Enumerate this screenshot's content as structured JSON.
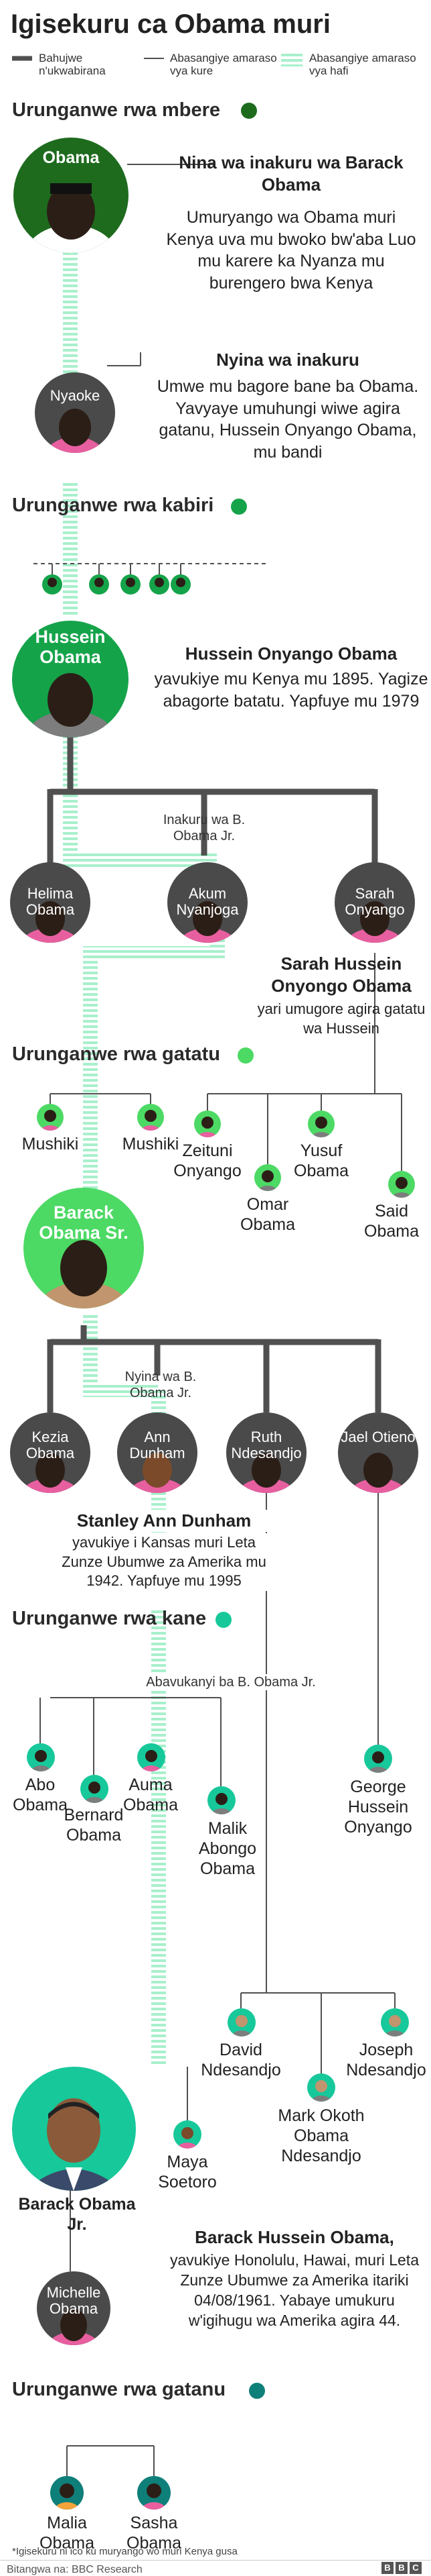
{
  "title": "Igisekuru ca Obama muri",
  "legend": {
    "blood": "Bahujwe n'ukwabirana",
    "shared_long": "Abasangiye amaraso vya kure",
    "shared_short": "Abasangiye amaraso vya hafi"
  },
  "colors": {
    "gen1": "#1e6b1e",
    "gen2": "#15a34a",
    "gen3": "#4cd964",
    "gen4": "#17c89a",
    "gen5": "#0f7f7a",
    "grey_circle": "#4a4a4a",
    "tree_line": "#505050",
    "highlight": "#a8f0cc"
  },
  "generations": [
    "Urunganwe rwa mbere",
    "Urunganwe rwa kabiri",
    "Urunganwe rwa gatatu",
    "Urunganwe rwa kane",
    "Urunganwe rwa gatanu"
  ],
  "gen1": {
    "obama": "Obama",
    "nyaoke": "Nyaoke",
    "grandpa_title": "Nina wa inakuru wa Barack Obama",
    "grandpa_text": "Umuryango wa Obama muri Kenya uva mu bwoko bw'aba Luo mu karere ka Nyanza mu burengero bwa Kenya",
    "grandma_title": "Nyina wa inakuru",
    "grandma_text": "Umwe mu bagore bane ba Obama. Yavyaye umuhungi wiwe agira gatanu, Hussein Onyango Obama, mu bandi"
  },
  "gen2": {
    "hussein": "Hussein Obama",
    "hussein_title": "Hussein Onyango Obama",
    "hussein_text": "yavukiye mu Kenya mu 1895. Yagize abagorte batatu. Yapfuye mu 1979",
    "inakuru_note": "Inakuru wa B. Obama Jr.",
    "wives": [
      "Helima Obama",
      "Akum Nyanjoga",
      "Sarah Onyango"
    ],
    "sarah_title": "Sarah Hussein Onyongo Obama",
    "sarah_text": "yari umugore agira gatatu wa Hussein"
  },
  "gen3": {
    "mushiki1": "Mushiki",
    "mushiki2": "Mushiki",
    "barack_sr": "Barack Obama Sr.",
    "siblings": [
      "Zeituni Onyango",
      "Omar Obama",
      "Yusuf Obama",
      "Said Obama"
    ],
    "nyina_note": "Nyina wa B. Obama Jr.",
    "wives": [
      "Kezia Obama",
      "Ann Dunham",
      "Ruth Ndesandjo",
      "Jael Otieno"
    ],
    "ann_title": "Stanley Ann Dunham",
    "ann_text": "yavukiye i Kansas muri Leta Zunze Ubumwe za Amerika mu 1942. Yapfuye mu 1995"
  },
  "gen4": {
    "abavukanyi_note": "Abavukanyi ba B. Obama Jr.",
    "children": [
      "Abo Obama",
      "Bernard Obama",
      "Auma Obama",
      "Malik Abongo Obama",
      "George Hussein Onyango",
      "David Ndesandjo",
      "Mark Okoth Obama Ndesandjo",
      "Joseph Ndesandjo",
      "Maya Soetoro"
    ],
    "barack_jr": "Barack Obama Jr.",
    "michelle": "Michelle Obama",
    "barack_title": "Barack Hussein Obama,",
    "barack_text": "yavukiye Honolulu, Hawai, muri Leta Zunze Ubumwe za Amerika itariki 04/08/1961. Yabaye umukuru w'igihugu wa Amerika agira 44."
  },
  "gen5": {
    "children": [
      "Malia Obama",
      "Sasha Obama"
    ]
  },
  "footnote": "*Igisekuru ni ico ku muryango wo muri Kenya gusa",
  "source": "Bitangwa na: BBC Research",
  "logo": "BBC"
}
